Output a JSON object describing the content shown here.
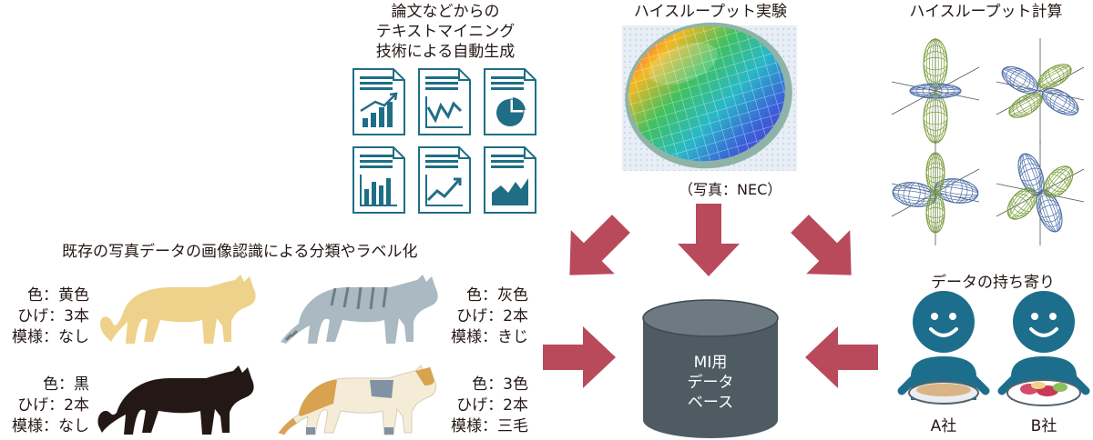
{
  "colors": {
    "arrow": "#b94a5c",
    "database_body": "#4f5b63",
    "database_top": "#6e7a82",
    "doc_icon": "#1f6e86",
    "person": "#1d6e8c",
    "orbital_green": "#7c9e3c",
    "orbital_blue": "#4d6fa8"
  },
  "text_mining": {
    "title_lines": [
      "論文などからの",
      "テキストマイニング",
      "技術による自動生成"
    ],
    "doc_icons": [
      "bar-chart-rising",
      "line-chart",
      "pie-chart",
      "bar-chart",
      "line-chart-rising",
      "area-chart"
    ]
  },
  "experiment": {
    "title": "ハイスループット実験",
    "caption": "（写真：NEC）"
  },
  "computation": {
    "title": "ハイスループット計算"
  },
  "image_recognition": {
    "title": "既存の写真データの画像認識による分類やラベル化",
    "cats": [
      {
        "lines": [
          "色：黄色",
          "ひげ：3本",
          "模様：なし"
        ]
      },
      {
        "lines": [
          "色：灰色",
          "ひげ：2本",
          "模様：きじ"
        ]
      },
      {
        "lines": [
          "色：黒",
          "ひげ：2本",
          "模様：なし"
        ]
      },
      {
        "lines": [
          "色：3色",
          "ひげ：2本",
          "模様：三毛"
        ]
      }
    ]
  },
  "sharing": {
    "title": "データの持ち寄り",
    "company_a": "A社",
    "company_b": "B社"
  },
  "database": {
    "lines": [
      "MI用",
      "データ",
      "ベース"
    ]
  }
}
